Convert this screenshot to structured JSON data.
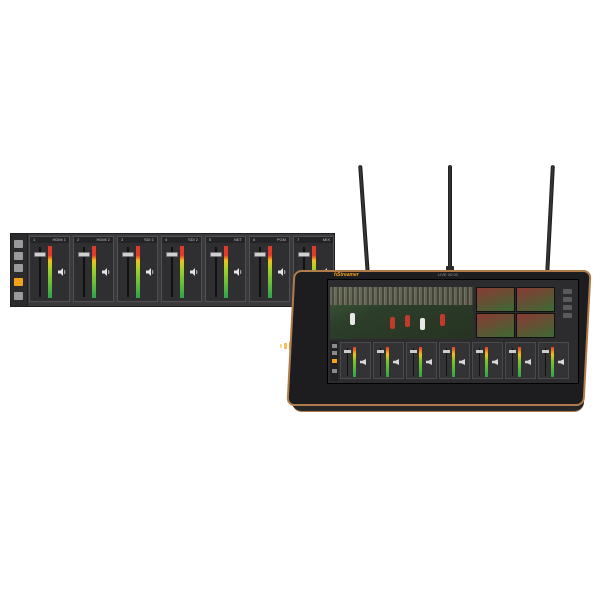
{
  "mixer": {
    "channels": [
      {
        "num": "1",
        "name": "HDMI 1",
        "fader": 0.9,
        "meter": 0.85
      },
      {
        "num": "2",
        "name": "HDMI 2",
        "fader": 0.9,
        "meter": 0.85
      },
      {
        "num": "3",
        "name": "SDI 1",
        "fader": 0.9,
        "meter": 0.85
      },
      {
        "num": "4",
        "name": "SDI 2",
        "fader": 0.9,
        "meter": 0.85
      },
      {
        "num": "5",
        "name": "NET",
        "fader": 0.9,
        "meter": 0.85
      },
      {
        "num": "6",
        "name": "PGM",
        "fader": 0.9,
        "meter": 0.85
      },
      {
        "num": "7",
        "name": "MIX",
        "fader": 0.9,
        "meter": 0.85
      }
    ],
    "sidebar_icons": [
      "monitor-icon",
      "layers-icon",
      "audio-icon",
      "folder-icon"
    ],
    "active_sidebar": "audio-icon"
  },
  "device": {
    "brand": "hStreamer",
    "status": "LIVE 00:00"
  },
  "colors": {
    "accent": "#f3a21a",
    "trim": "#b07c4a",
    "panel": "#3a3a3c"
  }
}
